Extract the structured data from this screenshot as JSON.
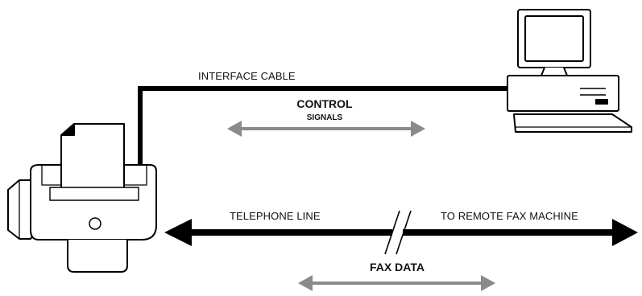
{
  "labels": {
    "interface_cable": "INTERFACE CABLE",
    "control": "CONTROL",
    "signals": "SIGNALS",
    "telephone_line": "TELEPHONE LINE",
    "to_remote": "TO REMOTE FAX MACHINE",
    "fax_data": "FAX DATA"
  },
  "colors": {
    "line": "#000000",
    "signal_arrow": "#8a8a8a",
    "device_fill": "#ffffff"
  },
  "icons": [
    "fax-machine-icon",
    "computer-icon"
  ]
}
